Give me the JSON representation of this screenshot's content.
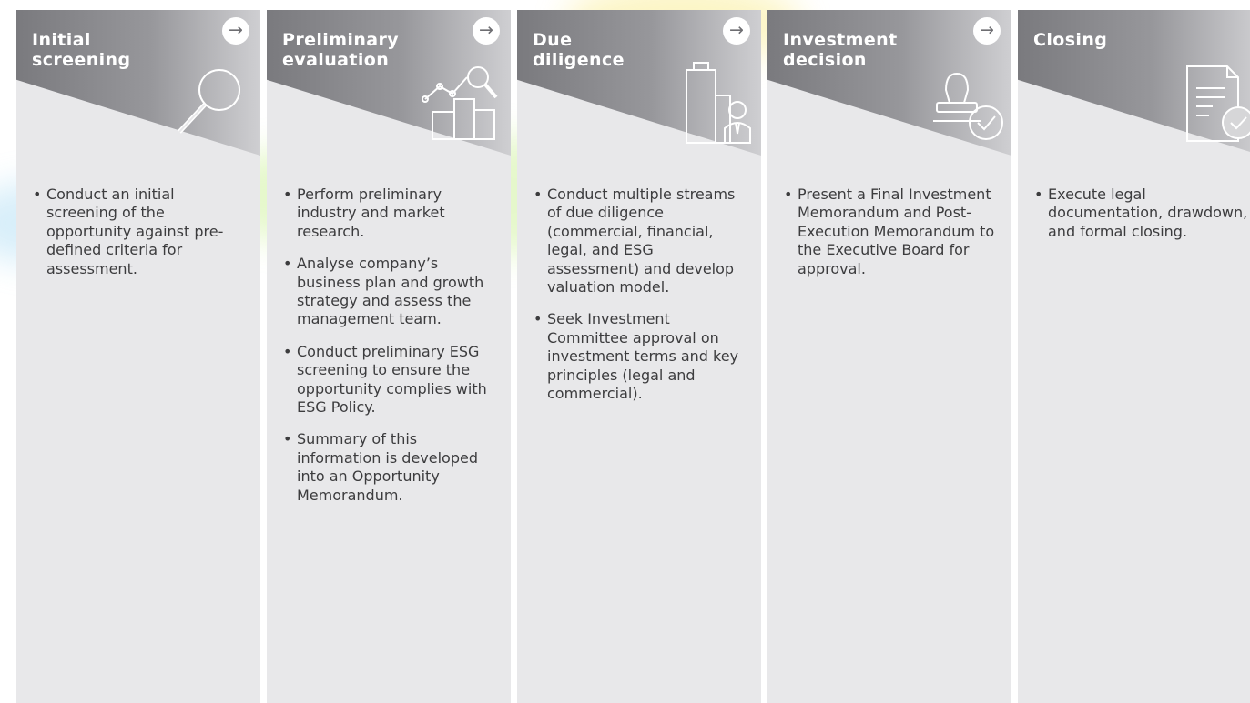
{
  "stages": [
    {
      "title": "Initial screening",
      "icon": "magnifier-icon",
      "bullets": [
        "Conduct an initial screening of the opportunity against pre-defined criteria for assessment."
      ]
    },
    {
      "title": "Preliminary evaluation",
      "icon": "chart-analysis-icon",
      "bullets": [
        "Perform preliminary industry and market research.",
        "Analyse company’s business plan and growth strategy and assess the management team.",
        "Conduct preliminary ESG screening to ensure the opportunity complies with ESG Policy.",
        "Summary of this information is developed into an Opportunity Memorandum."
      ]
    },
    {
      "title": "Due diligence",
      "icon": "building-person-icon",
      "bullets": [
        "Conduct multiple streams of due diligence (commercial, financial, legal, and ESG assessment) and develop valuation model.",
        "Seek Investment Committee approval on investment terms and key principles (legal and commercial)."
      ]
    },
    {
      "title": "Investment decision",
      "icon": "stamp-check-icon",
      "bullets": [
        "Present a Final Investment Memorandum and Post-Execution Memorandum to the Executive Board for approval."
      ]
    },
    {
      "title": "Closing",
      "icon": "document-check-icon",
      "bullets": [
        "Execute legal documentation, drawdown, and formal closing."
      ]
    }
  ],
  "arrow_glyph": "→",
  "colors": {
    "panel": "#e8e8ea",
    "header_dark": "#7a7a7e",
    "header_light": "#cfcfd2",
    "text": "#3c3c3e"
  }
}
